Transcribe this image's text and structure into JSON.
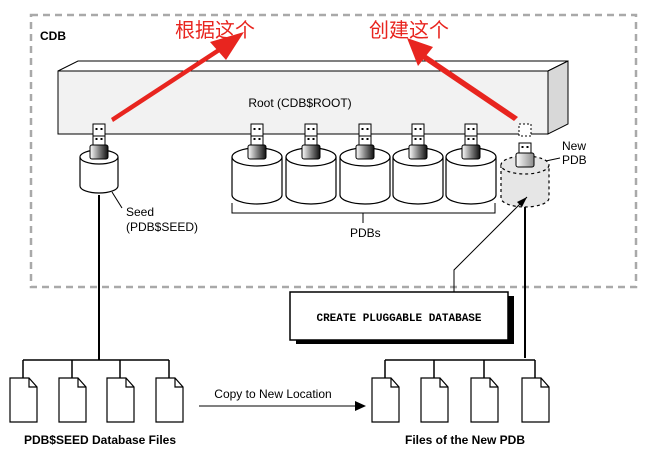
{
  "cdb_label": "CDB",
  "root_label": "Root (CDB$ROOT)",
  "seed_label_line1": "Seed",
  "seed_label_line2": "(PDB$SEED)",
  "pdbs_label": "PDBs",
  "new_pdb_line1": "New",
  "new_pdb_line2": "PDB",
  "command_label": "CREATE PLUGGABLE DATABASE",
  "copy_label": "Copy to New Location",
  "seed_files_label": "PDB$SEED Database Files",
  "new_files_label": "Files of the New PDB",
  "annotation_left": "根据这个",
  "annotation_right": "创建这个",
  "colors": {
    "annotation": "#e8251f",
    "cdb_border": "#a9a9a9",
    "root_fill": "#f2f2f2",
    "new_pdb_fill": "#e6e6e6"
  },
  "pdb_count": 5,
  "seed_file_count": 4,
  "new_file_count": 4
}
